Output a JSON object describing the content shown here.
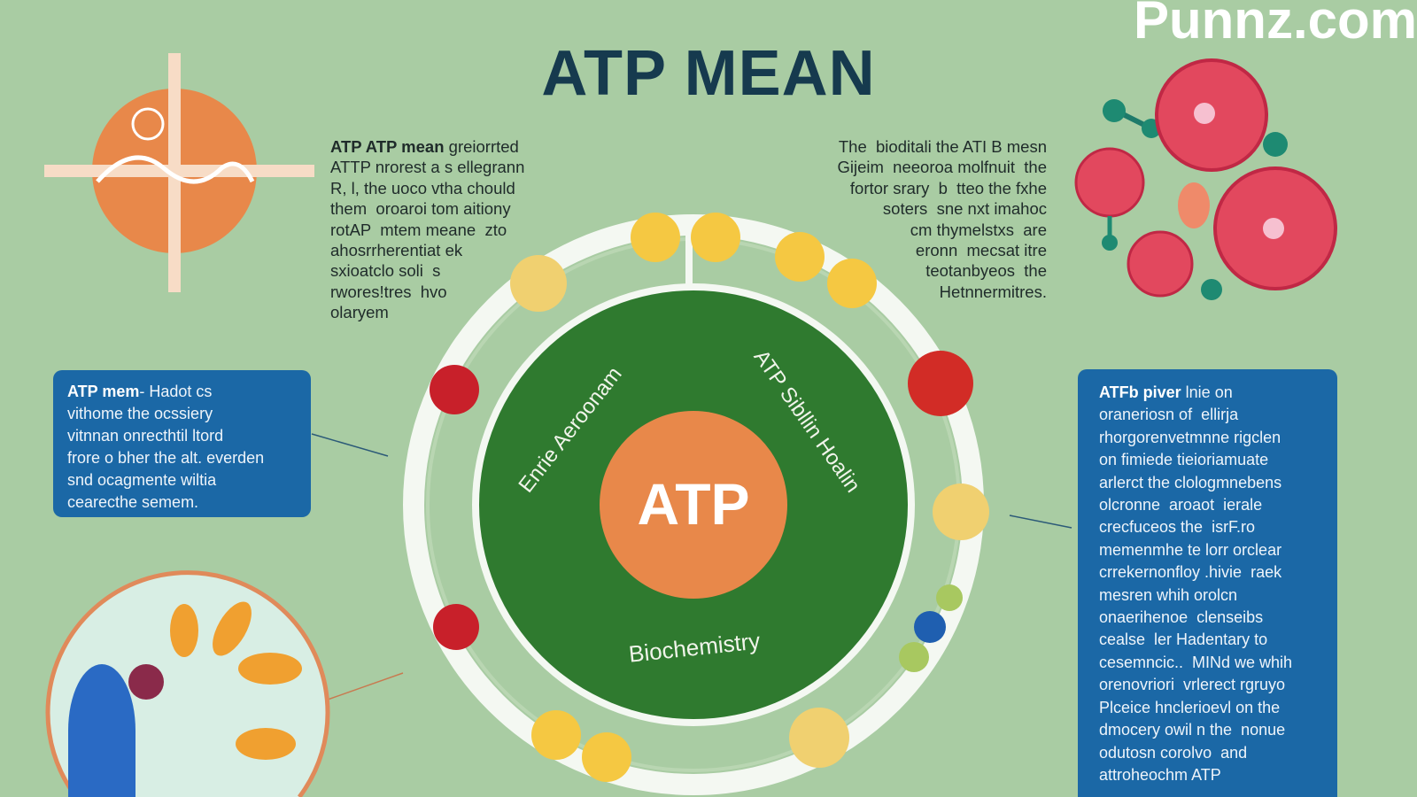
{
  "title": "ATP MEAN",
  "watermark": "Punnz.com",
  "left_paragraph": {
    "lead": "ATP ATP mean",
    "text": " greiorrted\nATTP nrorest a s ellegrann\nR, l, the uoco vtha chould\nthem  oroaroi tom aitiony\nrotAP  mtem meane  zto\nahosrrherentiat ek\nsxioatclo soli  s\nrwores!tres  hvo\nolaryem"
  },
  "right_paragraph": "The  bioditali the ATI B mesn\nGijeim  neeoroa molfnuit  the\nfortor srary  b  tteo the fxhe\nsoters  sne nxt imahoc\ncm thymelstxs  are\neronn  mecsat itre\nteotanbyeos  the\nHetnnermitres.",
  "left_box": {
    "lead": "ATP mem",
    "text": "- Hadot cs\nvithome the ocssiery\nvitnnan onrecthtil ltord\nfrore o bher the alt. everden\nsnd ocagmente wiltia\ncearecthe semem."
  },
  "right_box": {
    "lead": "ATFb piver",
    "text": " lnie on\noraneriosn of  ellirja\nrhorgorenvetmnne rigclen\non fimiede tieioriamuate\narlerct the clologmnebens\nolcronne  aroaot  ierale\ncrecfuceos the  isrF.ro\nmemenmhe te lorr orclear\ncrrekernonfloy .hivie  raek\nmesren whih orolcn\nonaerihenoe  clenseibs\ncealse  ler Hadentary to\ncesemncic..  MINd we whih\norenovriori  vrlerect rgruyo\nPlceice hnclerioevl on the\ndmocery owil n the  nonue\nodutosn corolvo  and\nattroheochm ATP"
  },
  "diagram": {
    "center_label": "ATP",
    "labels": [
      "Enrie Aeroonam",
      "ATP Sibllin Hoalin",
      "Biochemistry"
    ]
  },
  "colors": {
    "background": "#a9cca3",
    "title": "#163a4e",
    "box": "#1b68a6",
    "inner_circle": "#2f7a2f",
    "atp_circle": "#e8884a"
  }
}
